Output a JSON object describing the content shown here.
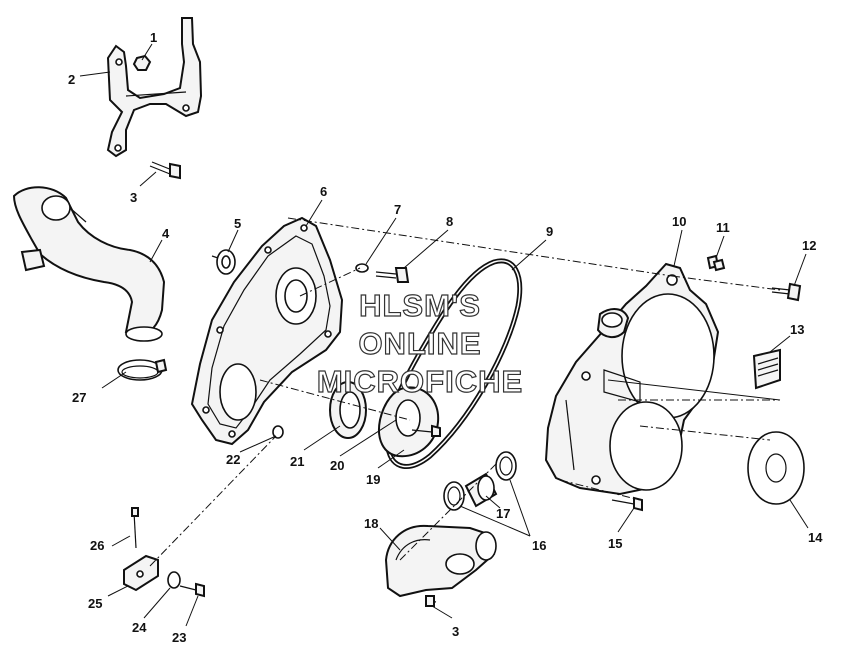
{
  "watermark": {
    "line1": "HLSM'S",
    "line2": "ONLINE",
    "line3": "MICROFICHE"
  },
  "callouts": {
    "c1": "1",
    "c2": "2",
    "c3a": "3",
    "c3b": "3",
    "c4": "4",
    "c5": "5",
    "c6": "6",
    "c7": "7",
    "c8": "8",
    "c9": "9",
    "c10": "10",
    "c11": "11",
    "c12": "12",
    "c13": "13",
    "c14": "14",
    "c15": "15",
    "c16": "16",
    "c17": "17",
    "c18": "18",
    "c19": "19",
    "c20": "20",
    "c21": "21",
    "c22": "22",
    "c23": "23",
    "c24": "24",
    "c25": "25",
    "c26": "26",
    "c27": "27"
  }
}
